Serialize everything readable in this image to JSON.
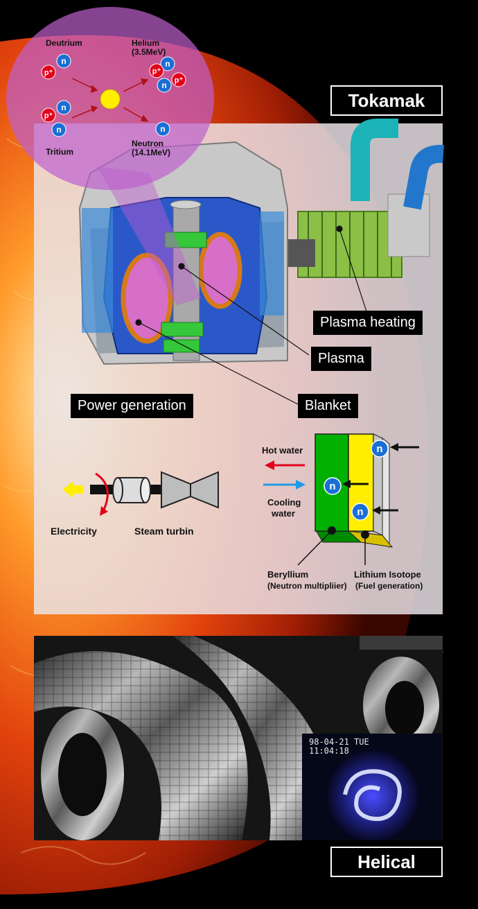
{
  "titles": {
    "tokamak": "Tokamak",
    "helical": "Helical"
  },
  "reaction": {
    "deutrium": "Deutrium",
    "tritium": "Tritium",
    "helium": "Helium",
    "helium_energy": "(3.5MeV)",
    "neutron": "Neutron",
    "neutron_energy": "(14.1MeV)",
    "proton_symbol": "p⁺",
    "neutron_symbol": "n"
  },
  "labels": {
    "plasma_heating": "Plasma heating",
    "plasma": "Plasma",
    "blanket": "Blanket",
    "power_generation": "Power generation"
  },
  "generation": {
    "electricity": "Electricity",
    "steam_turbin": "Steam turbin",
    "hot_water": "Hot water",
    "cooling_water_1": "Cooling",
    "cooling_water_2": "water",
    "beryllium": "Beryllium",
    "beryllium_note": "(Neutron multipliier)",
    "lithium": "Lithium Isotope",
    "lithium_note": "(Fuel generation)"
  },
  "inset": {
    "date": "98-04-21 TUE",
    "time": "11:04:18"
  },
  "colors": {
    "proton": "#e3001b",
    "neutron": "#1a6fd4",
    "sun": "#ffee00",
    "beryllium": "#00b000",
    "lithium": "#ffee00"
  }
}
